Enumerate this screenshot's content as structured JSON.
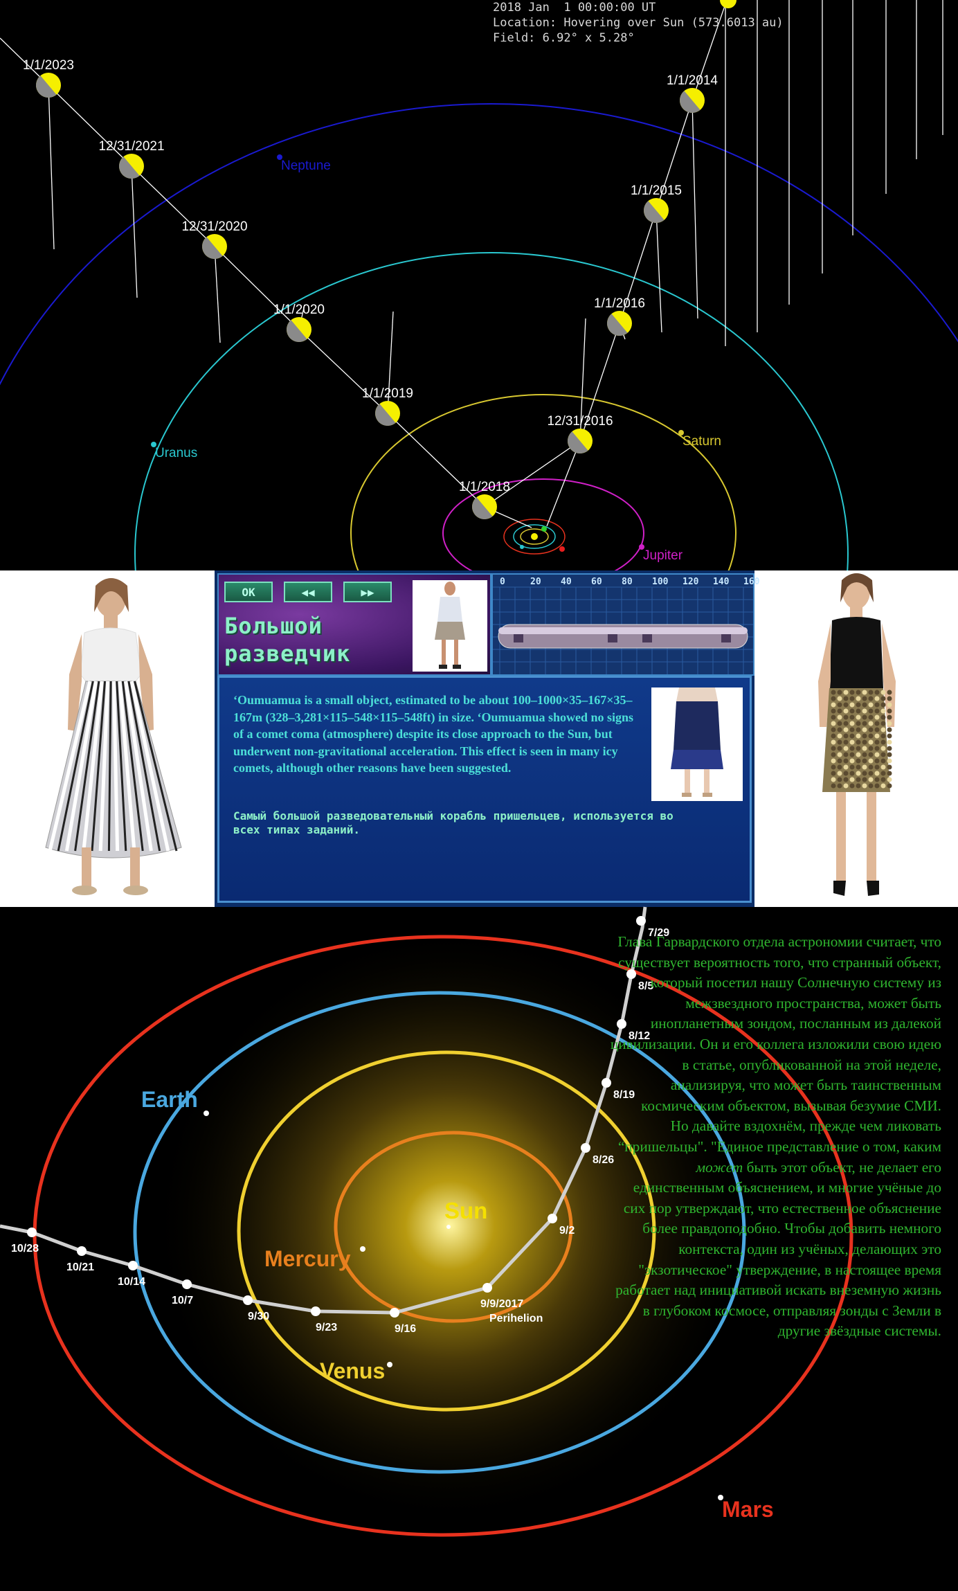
{
  "sim": {
    "readout": {
      "line1": "2018 Jan  1 00:00:00 UT",
      "line2": "Location: Hovering over Sun (573.6013 au)",
      "line3": "Field: 6.92° x 5.28°"
    },
    "dates": [
      "1/1/2023",
      "12/31/2021",
      "12/31/2020",
      "1/1/2020",
      "1/1/2019",
      "1/1/2018",
      "12/31/2016",
      "1/1/2016",
      "1/1/2015",
      "1/1/2014"
    ],
    "planets": [
      "Neptune",
      "Uranus",
      "Saturn",
      "Jupiter"
    ],
    "colors": {
      "neptune": "#1a1ad0",
      "uranus": "#2ac8d0",
      "saturn": "#d8c830",
      "jupiter": "#d020c8",
      "marker": "#f5ef00"
    }
  },
  "game": {
    "buttons": {
      "ok": "OK",
      "rewind": "◀◀",
      "forward": "▶▶"
    },
    "title_line1": "Большой",
    "title_line2": "разведчик",
    "scale": [
      "0",
      "20",
      "40",
      "60",
      "80",
      "100",
      "120",
      "140",
      "160"
    ],
    "description_en": "‘Oumuamua is a small object, estimated to be about 100–1000×35–167×35–167m (328–3,281×115–548×115–548ft) in size. ‘Oumuamua showed no signs of a comet coma (atmosphere) despite its close approach to the Sun, but underwent non-gravitational acceleration. This effect is seen in many icy comets, although other reasons have been suggested.",
    "description_ru": "Самый большой разведовательный корабль пришельцев, используется во всех типах заданий."
  },
  "orbit": {
    "bodies": {
      "sun": "Sun",
      "mercury": "Mercury",
      "venus": "Venus",
      "earth": "Earth",
      "mars": "Mars"
    },
    "dates": [
      "7/29",
      "8/5",
      "8/12",
      "8/19",
      "8/26",
      "9/2",
      "9/9/2017",
      "9/16",
      "9/23",
      "9/30",
      "10/7",
      "10/14",
      "10/21",
      "10/28"
    ],
    "perihelion": "Perihelion",
    "colors": {
      "mars": "#e8321e",
      "earth": "#4aa8e0",
      "venus": "#f0d030",
      "mercury": "#e8801e",
      "sun": "#f5e000",
      "text": "#2fb52f"
    }
  },
  "story": {
    "p1_a": "Глава Гарвардского отдела астрономии считает, что существует вероятность того, что странный объект, который посетил нашу Солнечную систему из межзвездного пространства, может быть инопланетным зондом, посланным из далекой цивилизации. Он и его коллега изложили свою идею в статье, опубликованной на этой неделе, анализируя, что может быть таинственным космическим объектом, вызывая безумие СМИ.",
    "p2_a": "Но давайте вздохнём, прежде чем ликовать “пришельцы\". \"Единое представление о том, каким ",
    "p2_em": "может",
    "p2_b": " быть этот объект, не делает его единственным объяснением, и многие учёные до сих пор утверждают, что естественное объяснение более правдоподобно. Чтобы добавить немного контекста, один из учёных, делающих это \"экзотическое\" утверждение, в настоящее время работает над инициативой искать внеземную жизнь в глубоком космосе, отправляя зонды с Земли в другие звёздные системы."
  }
}
